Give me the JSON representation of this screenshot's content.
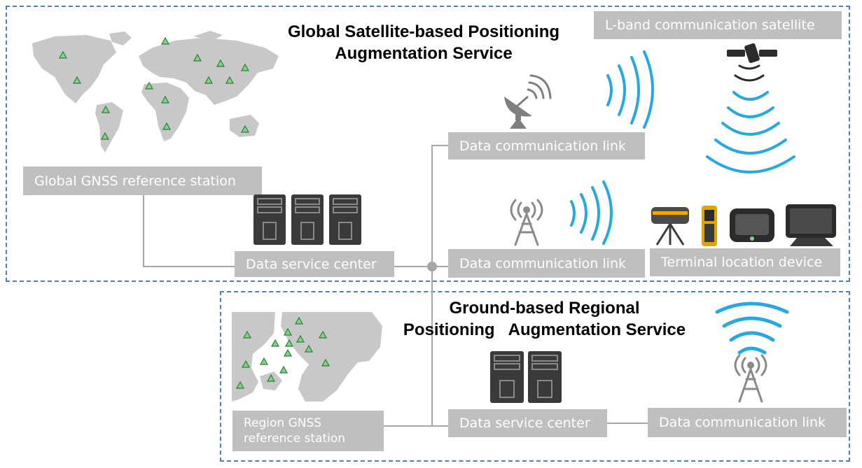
{
  "global_section": {
    "title_line1": "Global Satellite-based Positioning",
    "title_line2": "Augmentation Service"
  },
  "regional_section": {
    "title_line1": "Ground-based Regional",
    "title_line2": "Positioning   Augmentation Service"
  },
  "labels": {
    "satellite": "L-band communication satellite",
    "global_station": "Global GNSS reference station",
    "data_link_top": "Data communication link",
    "data_link_mid": "Data communication link",
    "data_service_center_global": "Data service center",
    "terminal_device": "Terminal location device",
    "region_station_line1": "Region GNSS",
    "region_station_line2": "reference station",
    "data_service_center_region": "Data service center",
    "data_link_region": "Data communication link"
  },
  "colors": {
    "frame": "#4f7fb6",
    "label_bg": "#bfbfbf",
    "wave": "#29a8e0",
    "map": "#c8c8c8",
    "server": "#3a3a3a",
    "marker": "#7fd38a"
  }
}
